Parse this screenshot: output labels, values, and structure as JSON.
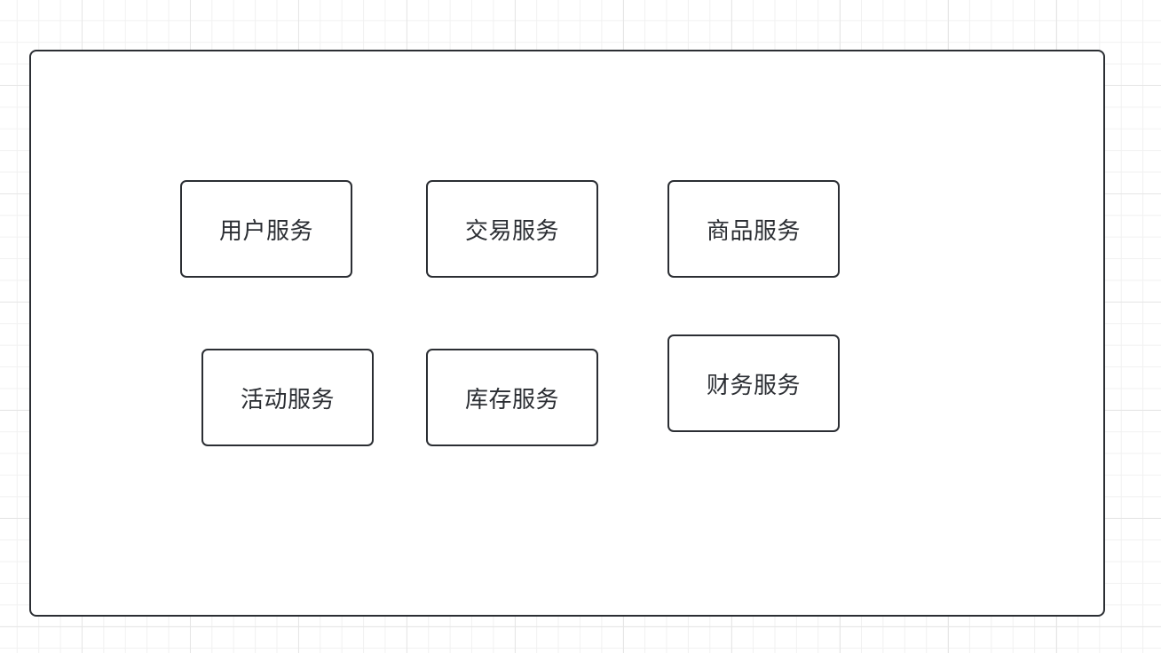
{
  "diagram": {
    "services": [
      {
        "id": "user",
        "label": "用户服务"
      },
      {
        "id": "trade",
        "label": "交易服务"
      },
      {
        "id": "product",
        "label": "商品服务"
      },
      {
        "id": "activity",
        "label": "活动服务"
      },
      {
        "id": "stock",
        "label": "库存服务"
      },
      {
        "id": "finance",
        "label": "财务服务"
      }
    ]
  },
  "colors": {
    "stroke": "#2b2e33",
    "text": "#2b2e33",
    "grid_major": "#e6e6e6",
    "grid_minor": "#f1f1f1",
    "fill": "#ffffff"
  }
}
